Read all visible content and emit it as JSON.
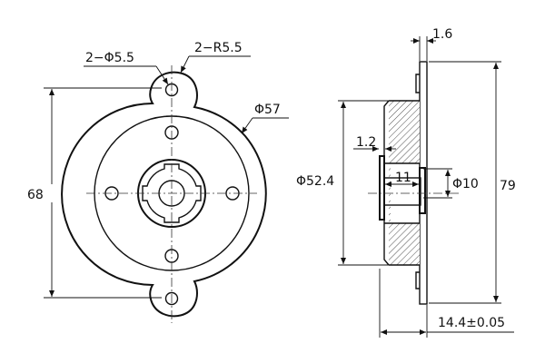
{
  "front_view": {
    "holes_label": "2−Φ5.5",
    "radius_label": "2−R5.5",
    "diameter_label": "Φ57",
    "height_label": "68"
  },
  "side_view": {
    "thickness_label": "1.6",
    "outer_height_label": "79",
    "body_diameter_label": "Φ52.4",
    "step_label": "1.2",
    "shaft_length_label": "11",
    "shaft_diameter_label": "Φ10",
    "total_depth_label": "14.4±0.05"
  }
}
